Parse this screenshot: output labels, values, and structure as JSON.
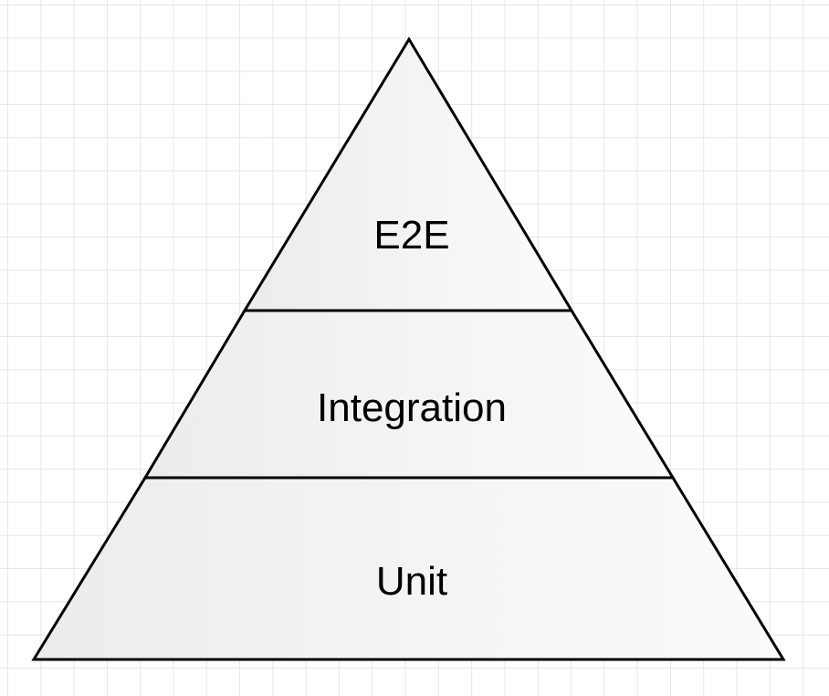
{
  "colors": {
    "stroke": "#000000",
    "fill_light": "#fbfbfb",
    "fill_shade": "#ececec",
    "grid": "#e6e6e6"
  },
  "pyramid": {
    "tiers": [
      {
        "label": "E2E"
      },
      {
        "label": "Integration"
      },
      {
        "label": "Unit"
      }
    ]
  }
}
